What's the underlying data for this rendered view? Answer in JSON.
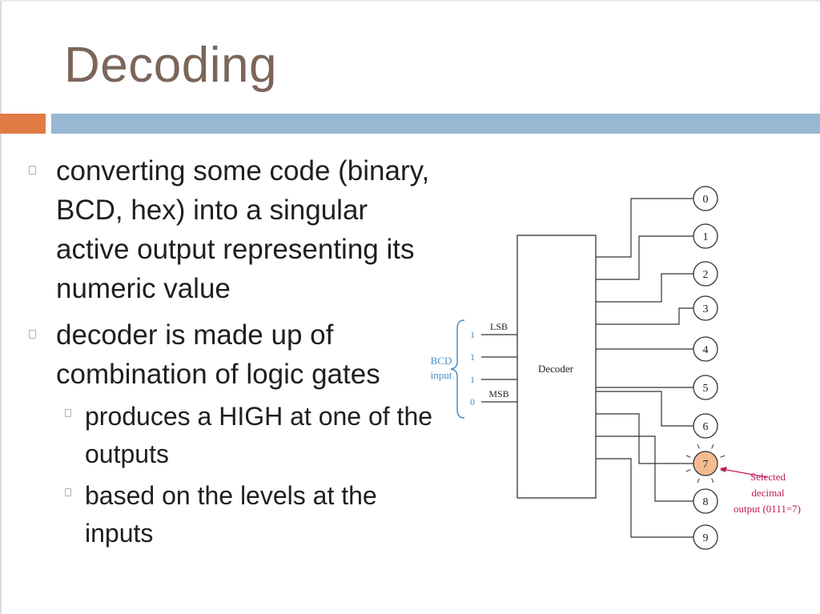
{
  "slide": {
    "title": "Decoding",
    "bullets": [
      {
        "level": 1,
        "text": "converting some code (binary, BCD, hex) into a singular active output representing its numeric value"
      },
      {
        "level": 1,
        "text": "decoder is made up of combination of logic gates"
      },
      {
        "level": 2,
        "text": "produces a HIGH at one of the outputs"
      },
      {
        "level": 2,
        "text": "based on the levels at the inputs"
      }
    ]
  },
  "diagram": {
    "block_label": "Decoder",
    "input_group_label": [
      "BCD",
      "input"
    ],
    "inputs": [
      {
        "bit": "1",
        "name": "LSB"
      },
      {
        "bit": "1",
        "name": ""
      },
      {
        "bit": "1",
        "name": ""
      },
      {
        "bit": "0",
        "name": "MSB"
      }
    ],
    "outputs": [
      "0",
      "1",
      "2",
      "3",
      "4",
      "5",
      "6",
      "7",
      "8",
      "9"
    ],
    "selected_output": "7",
    "annotation": [
      "Selected",
      "decimal",
      "output (0111=7)"
    ],
    "colors": {
      "title": "#7c6559",
      "accent_orange": "#e07b45",
      "accent_blue": "#97b7d3",
      "input_labels": "#4a8ec2",
      "selected_fill": "#f4bb92",
      "annotation": "#c2185b"
    }
  }
}
